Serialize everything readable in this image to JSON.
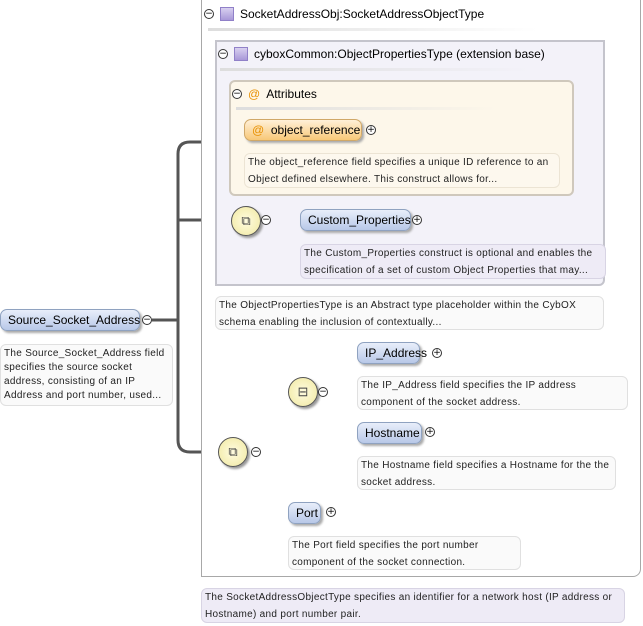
{
  "socket_type": {
    "label": "SocketAddressObj:SocketAddressObjectType",
    "description": "The SocketAddressObjectType specifies an identifier for a network host (IP address or Hostname) and port number pair."
  },
  "base_type": {
    "label": "cyboxCommon:ObjectPropertiesType (extension base)",
    "description": "The ObjectPropertiesType is an Abstract type placeholder within the CybOX schema enabling the inclusion of contextually..."
  },
  "attributes": {
    "label": "Attributes",
    "at_symbol": "@",
    "object_reference": {
      "label": "object_reference",
      "description": "The object_reference field specifies a unique ID reference to an Object defined elsewhere. This construct allows for..."
    }
  },
  "custom_properties": {
    "label": "Custom_Properties",
    "description": "The Custom_Properties construct is optional and enables the specification of a set of custom Object Properties that may..."
  },
  "root": {
    "label": "Source_Socket_Address",
    "description": "The Source_Socket_Address field specifies the source socket address, consisting of an IP Address and port number, used..."
  },
  "ip_address": {
    "label": "IP_Address",
    "description": "The IP_Address field specifies the IP address component of the socket address."
  },
  "hostname": {
    "label": "Hostname",
    "description": "The Hostname field specifies a Hostname for the the socket address."
  },
  "port": {
    "label": "Port",
    "description": "The Port field specifies the port number component of the socket connection."
  },
  "symbols": {
    "collapse": "−",
    "expand": "+",
    "sequence": "⧉",
    "choice": "⊟"
  }
}
